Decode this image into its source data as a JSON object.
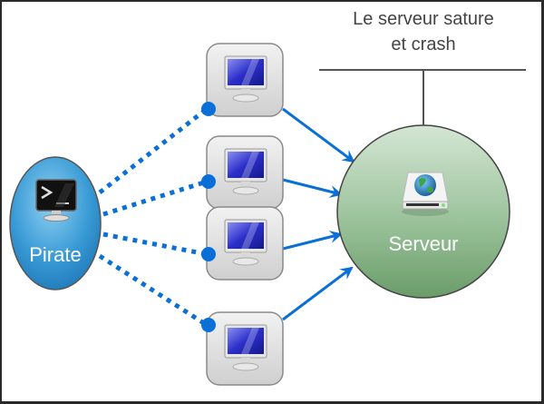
{
  "diagram": {
    "annotation": {
      "line1": "Le serveur sature",
      "line2": "et crash"
    },
    "attacker": {
      "label": "Pirate",
      "icon": "terminal-monitor-icon",
      "color": "#3a9bd6"
    },
    "server": {
      "label": "Serveur",
      "icon": "network-drive-globe-icon",
      "color": "#8fb88f"
    },
    "zombies": [
      {
        "icon": "computer-monitor-icon"
      },
      {
        "icon": "computer-monitor-icon"
      },
      {
        "icon": "computer-monitor-icon"
      },
      {
        "icon": "computer-monitor-icon"
      }
    ],
    "colors": {
      "link": "#0a6fd6",
      "border": "#2a2a2a"
    }
  }
}
